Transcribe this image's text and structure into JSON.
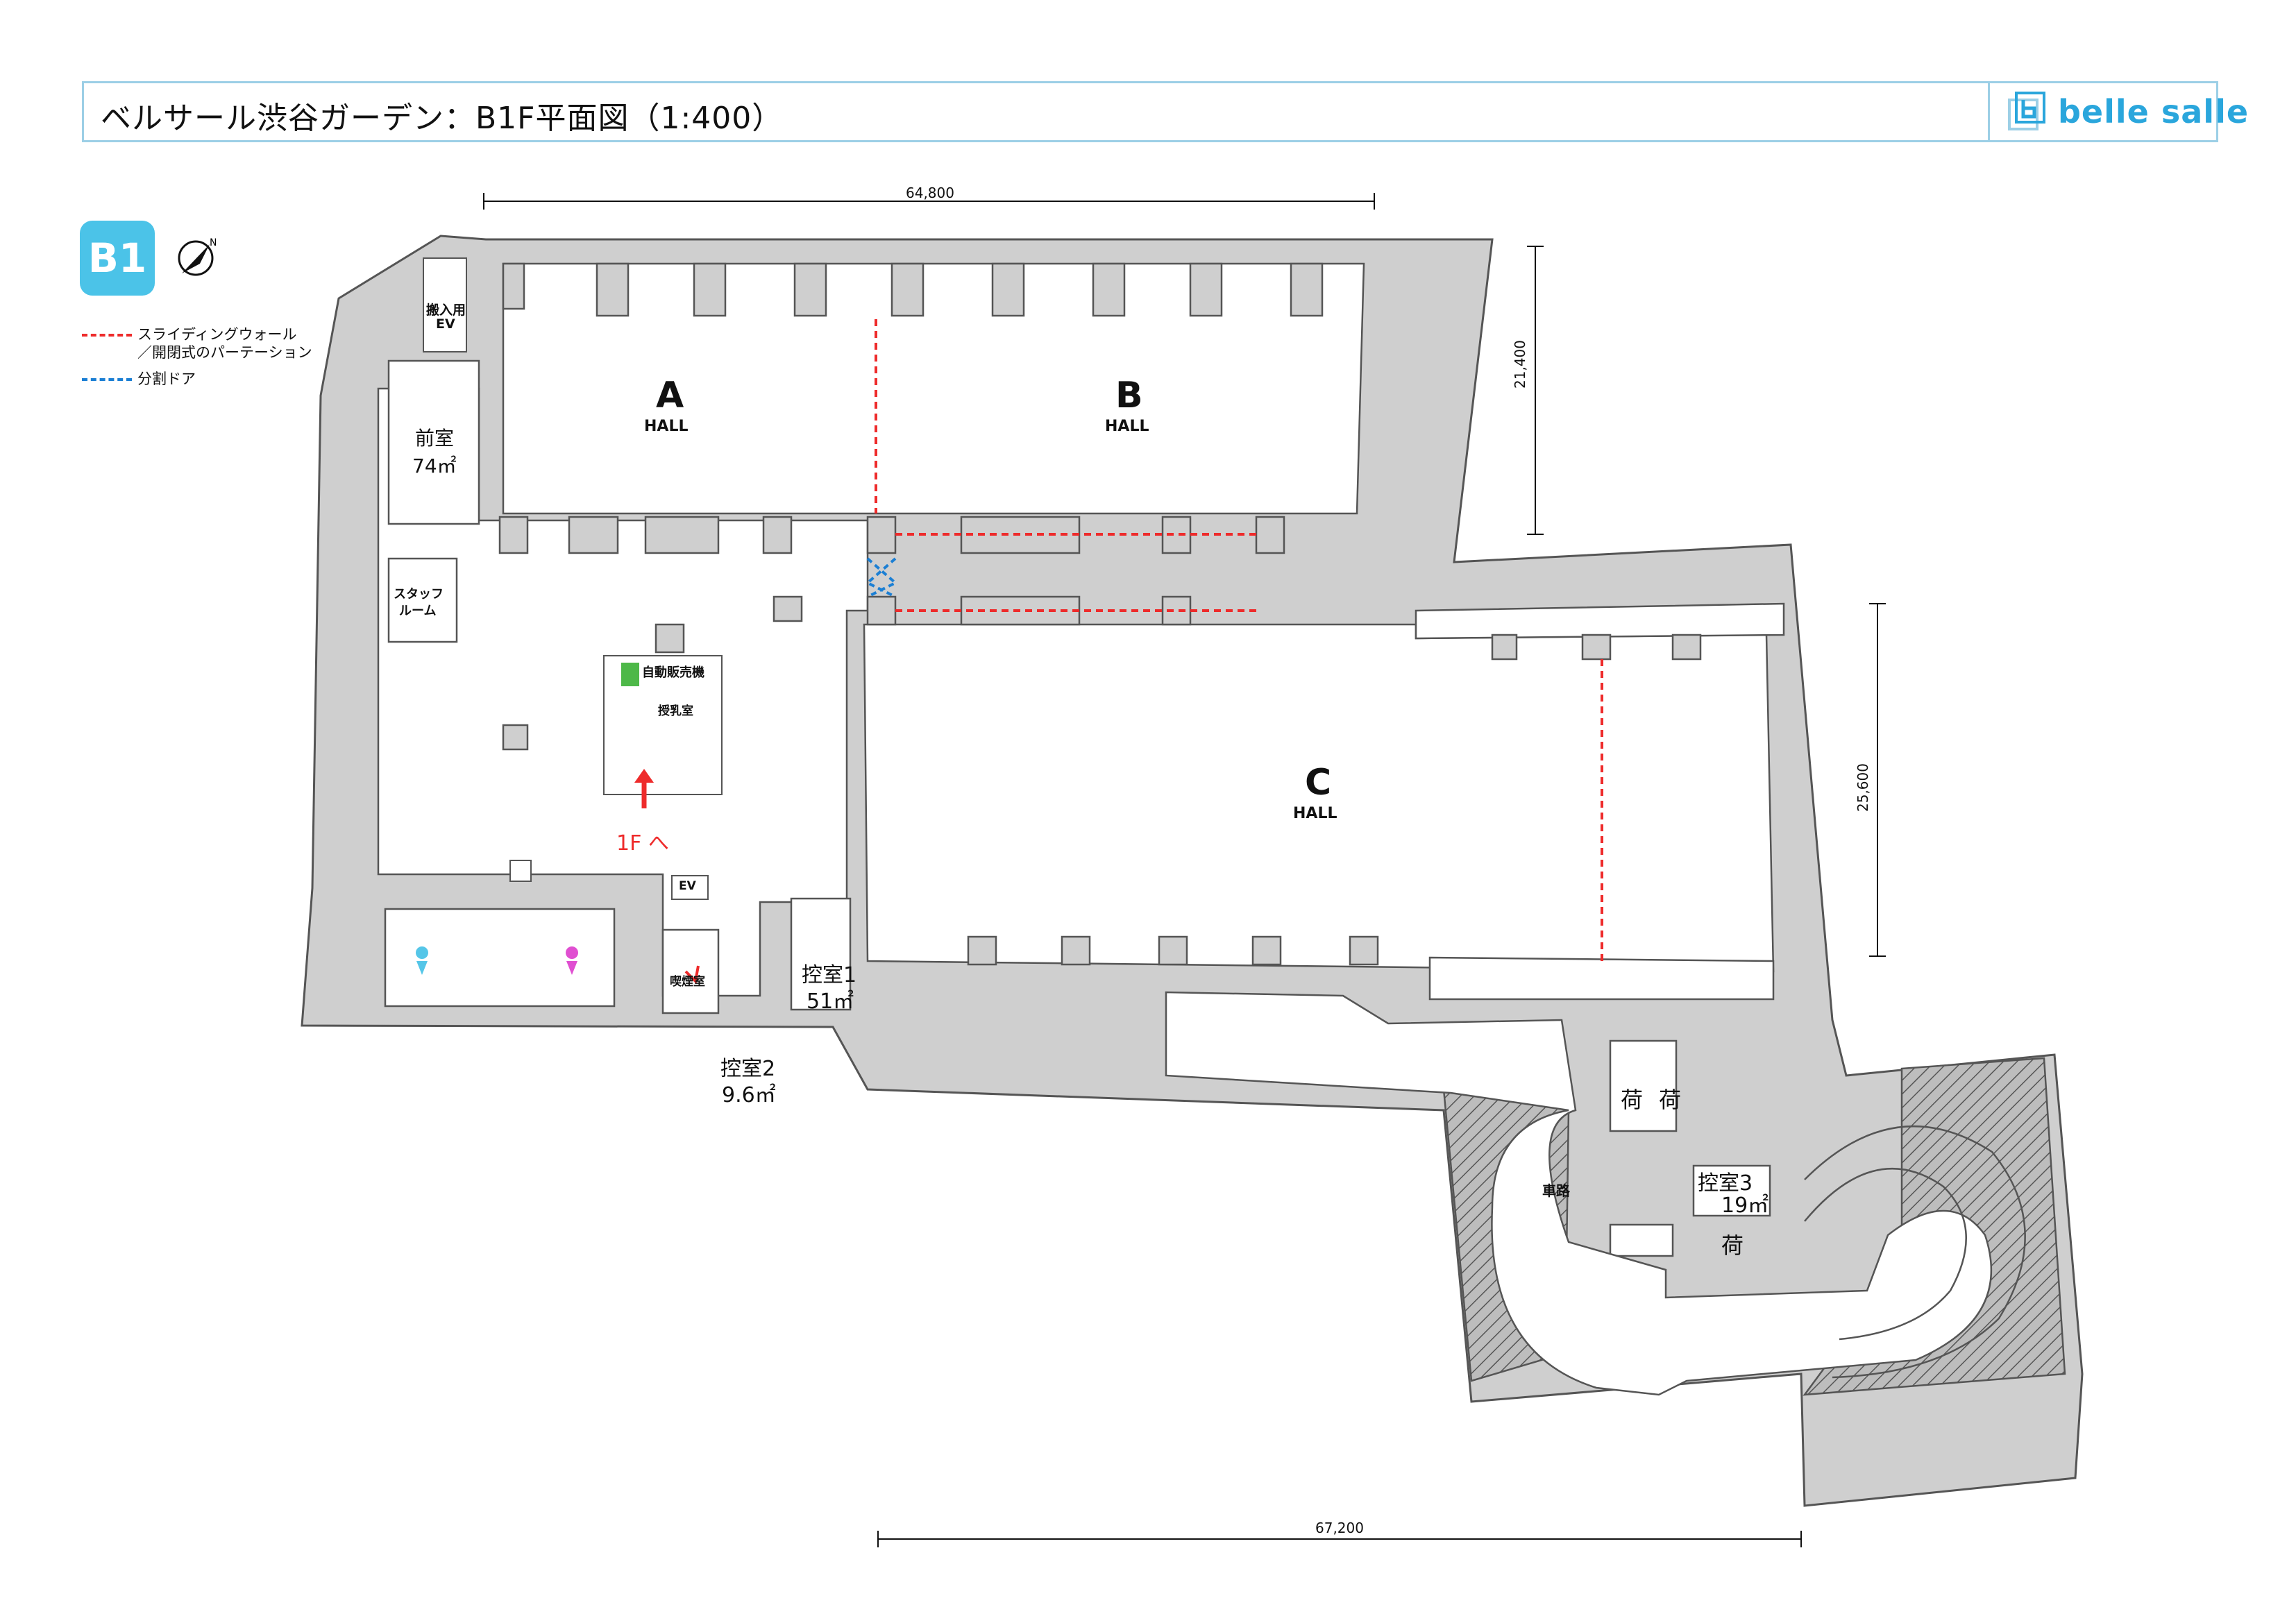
{
  "header": {
    "title": "ベルサール渋谷ガーデン：B1F平面図（1:400）"
  },
  "brand": {
    "name": "belle salle",
    "color": "#2aa6dc",
    "accent_border": "#9ccfe6"
  },
  "floor_badge": {
    "label": "B1",
    "color": "#4bc3e8"
  },
  "compass": {
    "icon": "north-arrow-icon",
    "label": "N"
  },
  "legend": [
    {
      "color": "#ee2b2b",
      "label_line1": "スライディングウォール",
      "label_line2": "／開閉式のパーテーション"
    },
    {
      "color": "#1b7fd4",
      "label_line1": "分割ドア",
      "label_line2": ""
    }
  ],
  "dimensions": {
    "top": "64,800",
    "right_upper": "21,400",
    "right_lower": "25,600",
    "bottom": "67,200"
  },
  "halls": [
    {
      "letter": "A",
      "sub": "HALL"
    },
    {
      "letter": "B",
      "sub": "HALL"
    },
    {
      "letter": "C",
      "sub": "HALL"
    }
  ],
  "rooms": {
    "cargo_ev": {
      "line1": "搬入用",
      "line2": "EV"
    },
    "anteroom": {
      "name": "前室",
      "area": "74㎡"
    },
    "staff_room": {
      "line1": "スタッフ",
      "line2": "ルーム"
    },
    "vending": "自動販売機",
    "nursing": "授乳室",
    "to_1f": "1F へ",
    "ev": "EV",
    "smoking": "喫煙室",
    "waiting1": {
      "name": "控室1",
      "area": "51㎡"
    },
    "waiting2": {
      "name": "控室2",
      "area": "9.6㎡"
    },
    "waiting3": {
      "name": "控室3",
      "area": "19㎡"
    },
    "roadway": "車路",
    "cargo": "荷"
  },
  "colors": {
    "wall_fill": "#cfcfcf",
    "wall_stroke": "#555555",
    "sliding_wall": "#ee2b2b",
    "split_door": "#1b7fd4"
  }
}
